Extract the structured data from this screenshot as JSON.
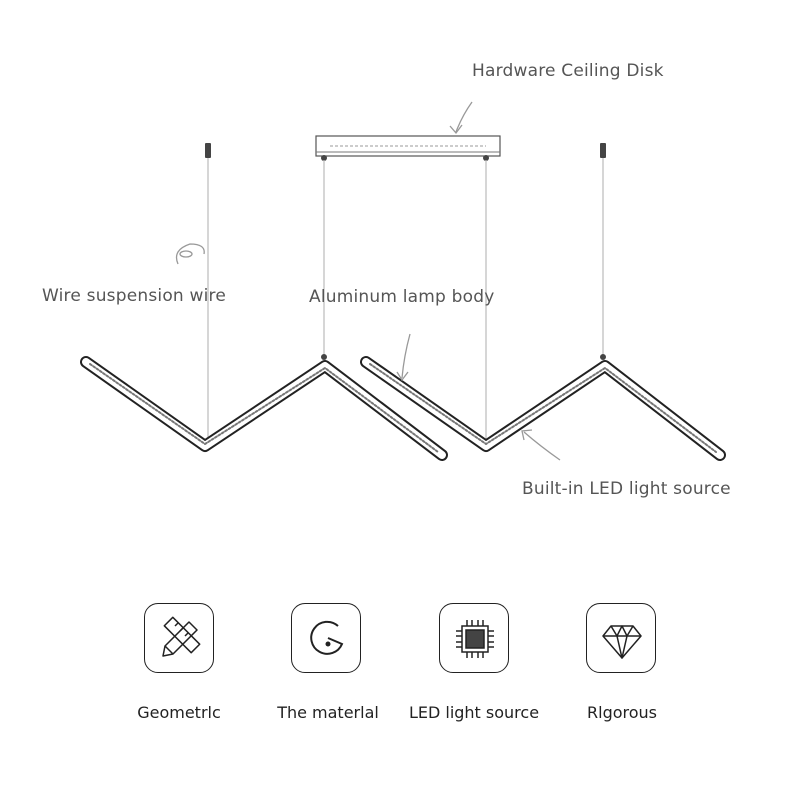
{
  "annotations": {
    "ceiling_disk": "Hardware Ceiling Disk",
    "wire": "Wire suspension wire",
    "lamp_body": "Aluminum lamp body",
    "led_source": "Built-in LED light source"
  },
  "features": [
    {
      "icon": "pencil-ruler-icon",
      "label": "Geometrlc"
    },
    {
      "icon": "material-icon",
      "label": "The materlal"
    },
    {
      "icon": "chip-icon",
      "label": "LED light source"
    },
    {
      "icon": "diamond-icon",
      "label": "Rlgorous"
    }
  ],
  "colors": {
    "outline": "#222222",
    "label": "#555555",
    "arrow": "#999999"
  }
}
